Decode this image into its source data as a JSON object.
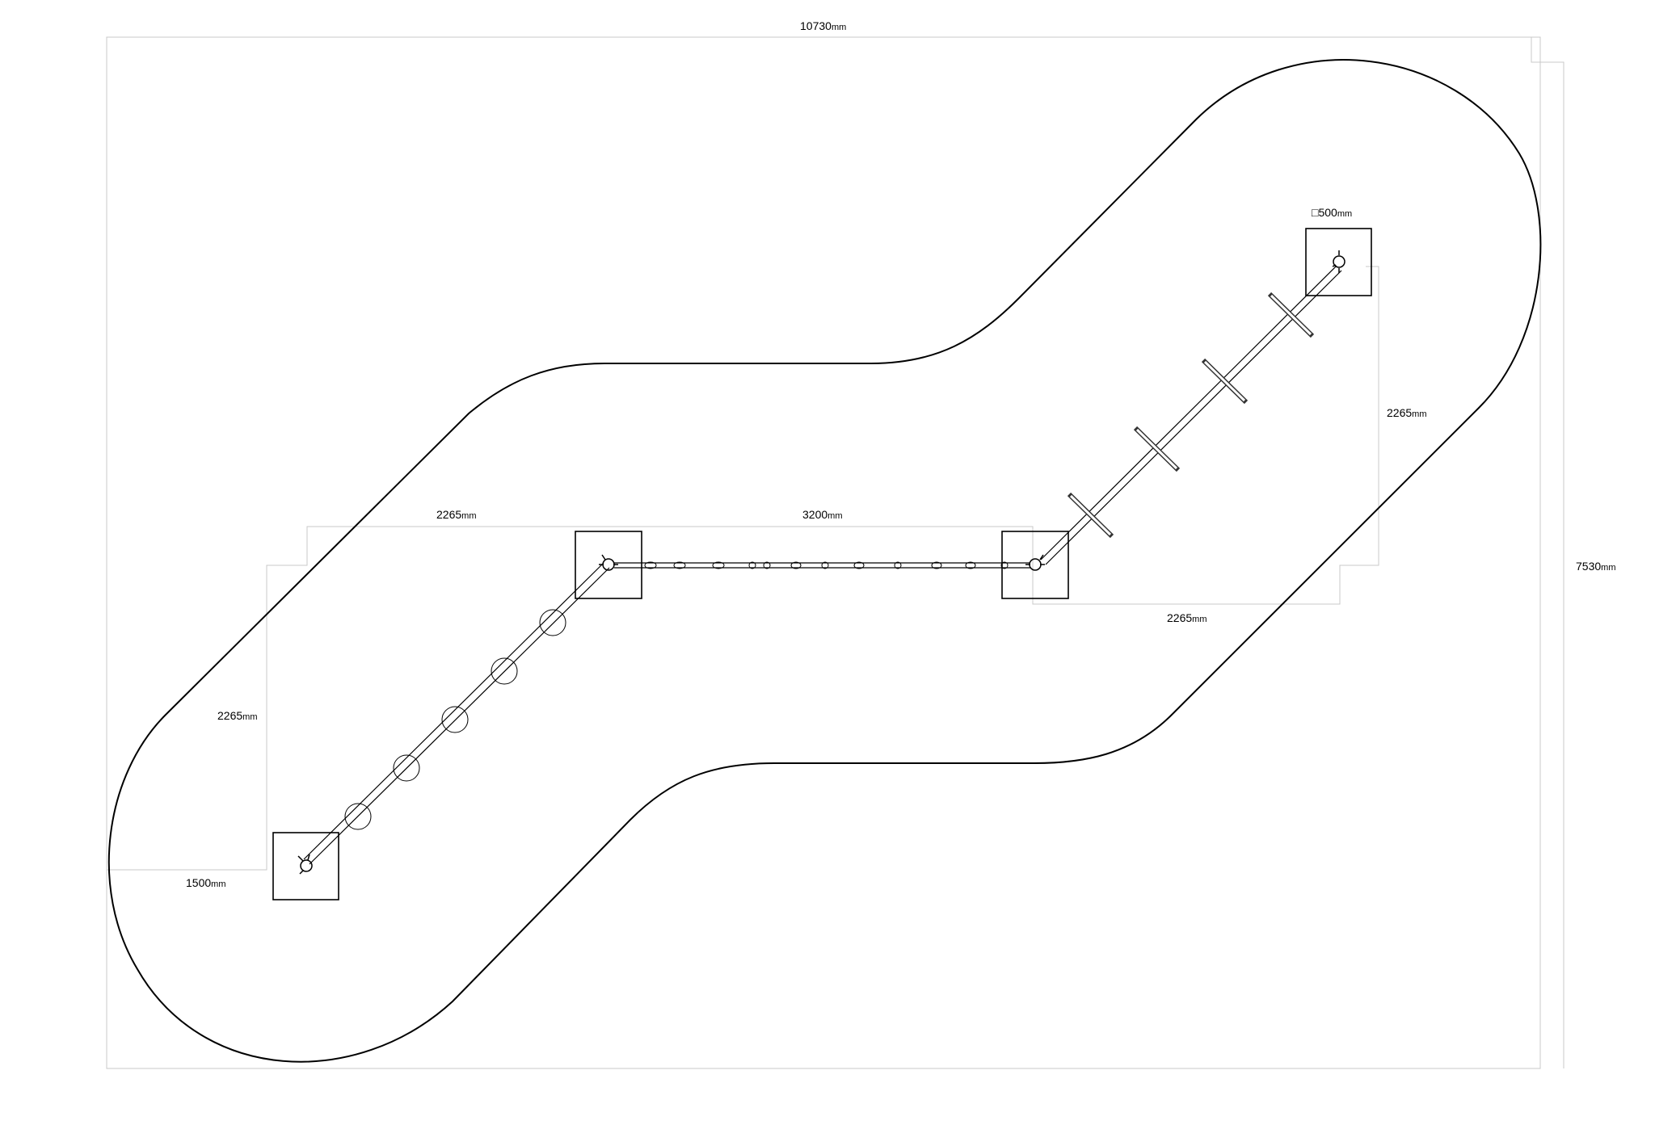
{
  "unit": "mm",
  "dimensions": {
    "total_width": "10730",
    "total_height": "7530",
    "left_vertical": "2265",
    "left_horizontal": "2265",
    "middle_span": "3200",
    "right_horizontal": "2265",
    "right_vertical": "2265",
    "edge_offset": "1500",
    "post_size_symbol": "□",
    "post_size": "500"
  }
}
